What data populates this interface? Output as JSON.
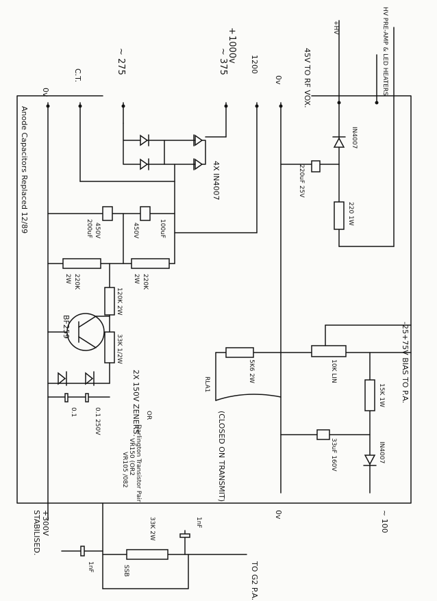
{
  "labels": {
    "top": {
      "rail_0v": "0v",
      "ct": "C.T.",
      "ac275_a": "~ 275",
      "hv_plus": "+",
      "hv_1000": "1000v",
      "hv_1200": "1200",
      "ac375": "~ 375",
      "ov": "0v",
      "to_rf": "45V TO RF VOX.",
      "hv_ctrl": "+HV",
      "preamp": "HV PRE-AMP & LED HEATERS"
    },
    "left_note": "Anode Capacitors Replaced 12/89",
    "hv_section": {
      "cap_200": "200uF",
      "cap_450v_a": "450V",
      "cap_1000": "100uF",
      "cap_450v_b": "450V",
      "diodes": "4X IN4007",
      "r220k_a": "220K",
      "r220k_a_w": "2W",
      "r220k_b": "220K",
      "r220k_b_w": "2W",
      "r120k": "120K 2W",
      "r33k": "33K 1/2W",
      "transistor": "BF259",
      "zeners": "2X 150V ZENERS.",
      "cap_01a": "0.1",
      "cap_01b": "0.1 250V"
    },
    "right_section": {
      "diode_top": "IN4007",
      "cap_220": "220uF 25V",
      "r220": "220 1W",
      "bias": "-25+75V BIAS TO P.A.",
      "pot_10k": "10K LIN",
      "r15k": "15K 1W",
      "r5k6": "5K6 2W",
      "cap_33": "33uF 160V",
      "diode_bot": "IN4007",
      "rla": "RLA1",
      "closed": "(CLOSED ON TRANSMIT)"
    },
    "note": {
      "or": "OR",
      "darl": "Darlington Transistor Pair",
      "part1": "VR150 (OR2",
      "part2": "VR105 /082"
    },
    "bottom": {
      "out_300": "+300V",
      "stabilised": "STABILISED.",
      "r33k_2w": "33K 2W",
      "cap_1nf_a": "1nF",
      "cap_1nf_b": "1nF",
      "ssb": "SSB",
      "to_g2": "TO G2 P.A.",
      "ov": "0v",
      "ac100": "~ 100"
    }
  }
}
